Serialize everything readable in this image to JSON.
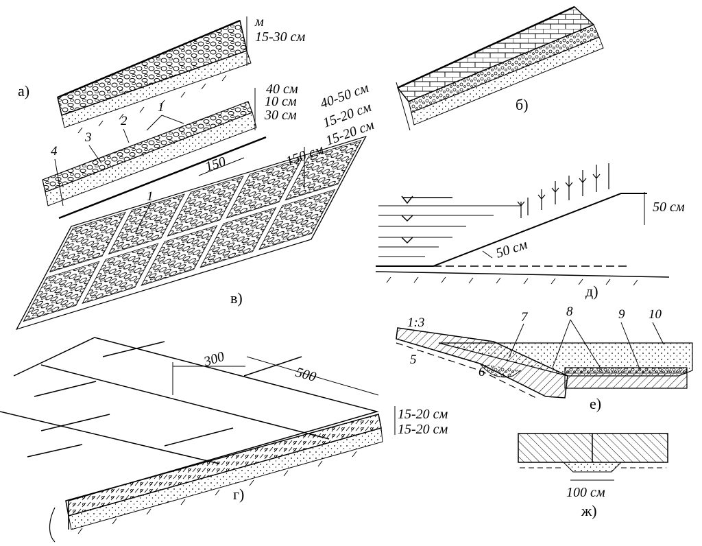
{
  "panels": {
    "a": {
      "caption": "а)",
      "dims": [
        "м",
        "15-30 см"
      ]
    },
    "b": {
      "caption": "б)",
      "dims": [
        "40-50 см",
        "15-20 см",
        "15-20 см"
      ]
    },
    "v": {
      "caption": "в)",
      "dims": [
        "40 см",
        "10 см",
        "30 см",
        "150",
        "150 см"
      ],
      "labels": [
        "1",
        "2",
        "3",
        "4",
        "1"
      ]
    },
    "g": {
      "caption": "г)",
      "dims": [
        "300",
        "500",
        "15-20 см",
        "15-20 см"
      ]
    },
    "d": {
      "caption": "д)",
      "dims": [
        "50 см",
        "50 см"
      ]
    },
    "e": {
      "caption": "е)",
      "dims": [
        "1:3"
      ],
      "labels": [
        "5",
        "6",
        "7",
        "8",
        "9",
        "10"
      ]
    },
    "zh": {
      "caption": "ж)",
      "dims": [
        "100 см"
      ]
    }
  }
}
